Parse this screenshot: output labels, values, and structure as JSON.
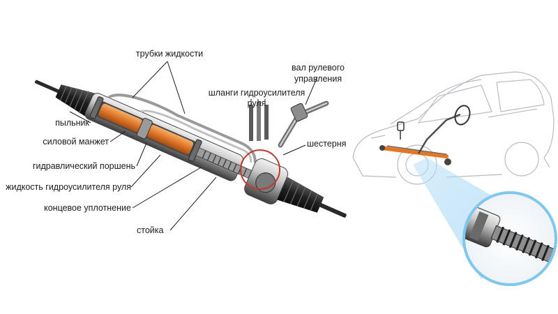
{
  "labels": {
    "fluid_tubes": "трубки жидкости",
    "steering_shaft_line1": "вал рулевого",
    "steering_shaft_line2": "управления",
    "pump_hoses_line1": "шланги гидроусилителя",
    "pump_hoses_line2": "руля",
    "pinion": "шестерня",
    "boot": "пыльник",
    "power_seal": "силовой манжет",
    "hydraulic_piston": "гидравлический поршень",
    "power_steering_fluid": "жидкость гидроусилителя руля",
    "end_seal": "концевое уплотнение",
    "rack": "стойка"
  },
  "colors": {
    "ink": "#1a1a1a",
    "steel_dark": "#3a3a3a",
    "steel_mid": "#8a8a8a",
    "steel_light": "#d6d6d6",
    "fluid_orange": "#e0782a",
    "highlight_red": "#c0392b",
    "zoom_blue": "#7fc7ef",
    "car_line": "#b8bcc2"
  }
}
